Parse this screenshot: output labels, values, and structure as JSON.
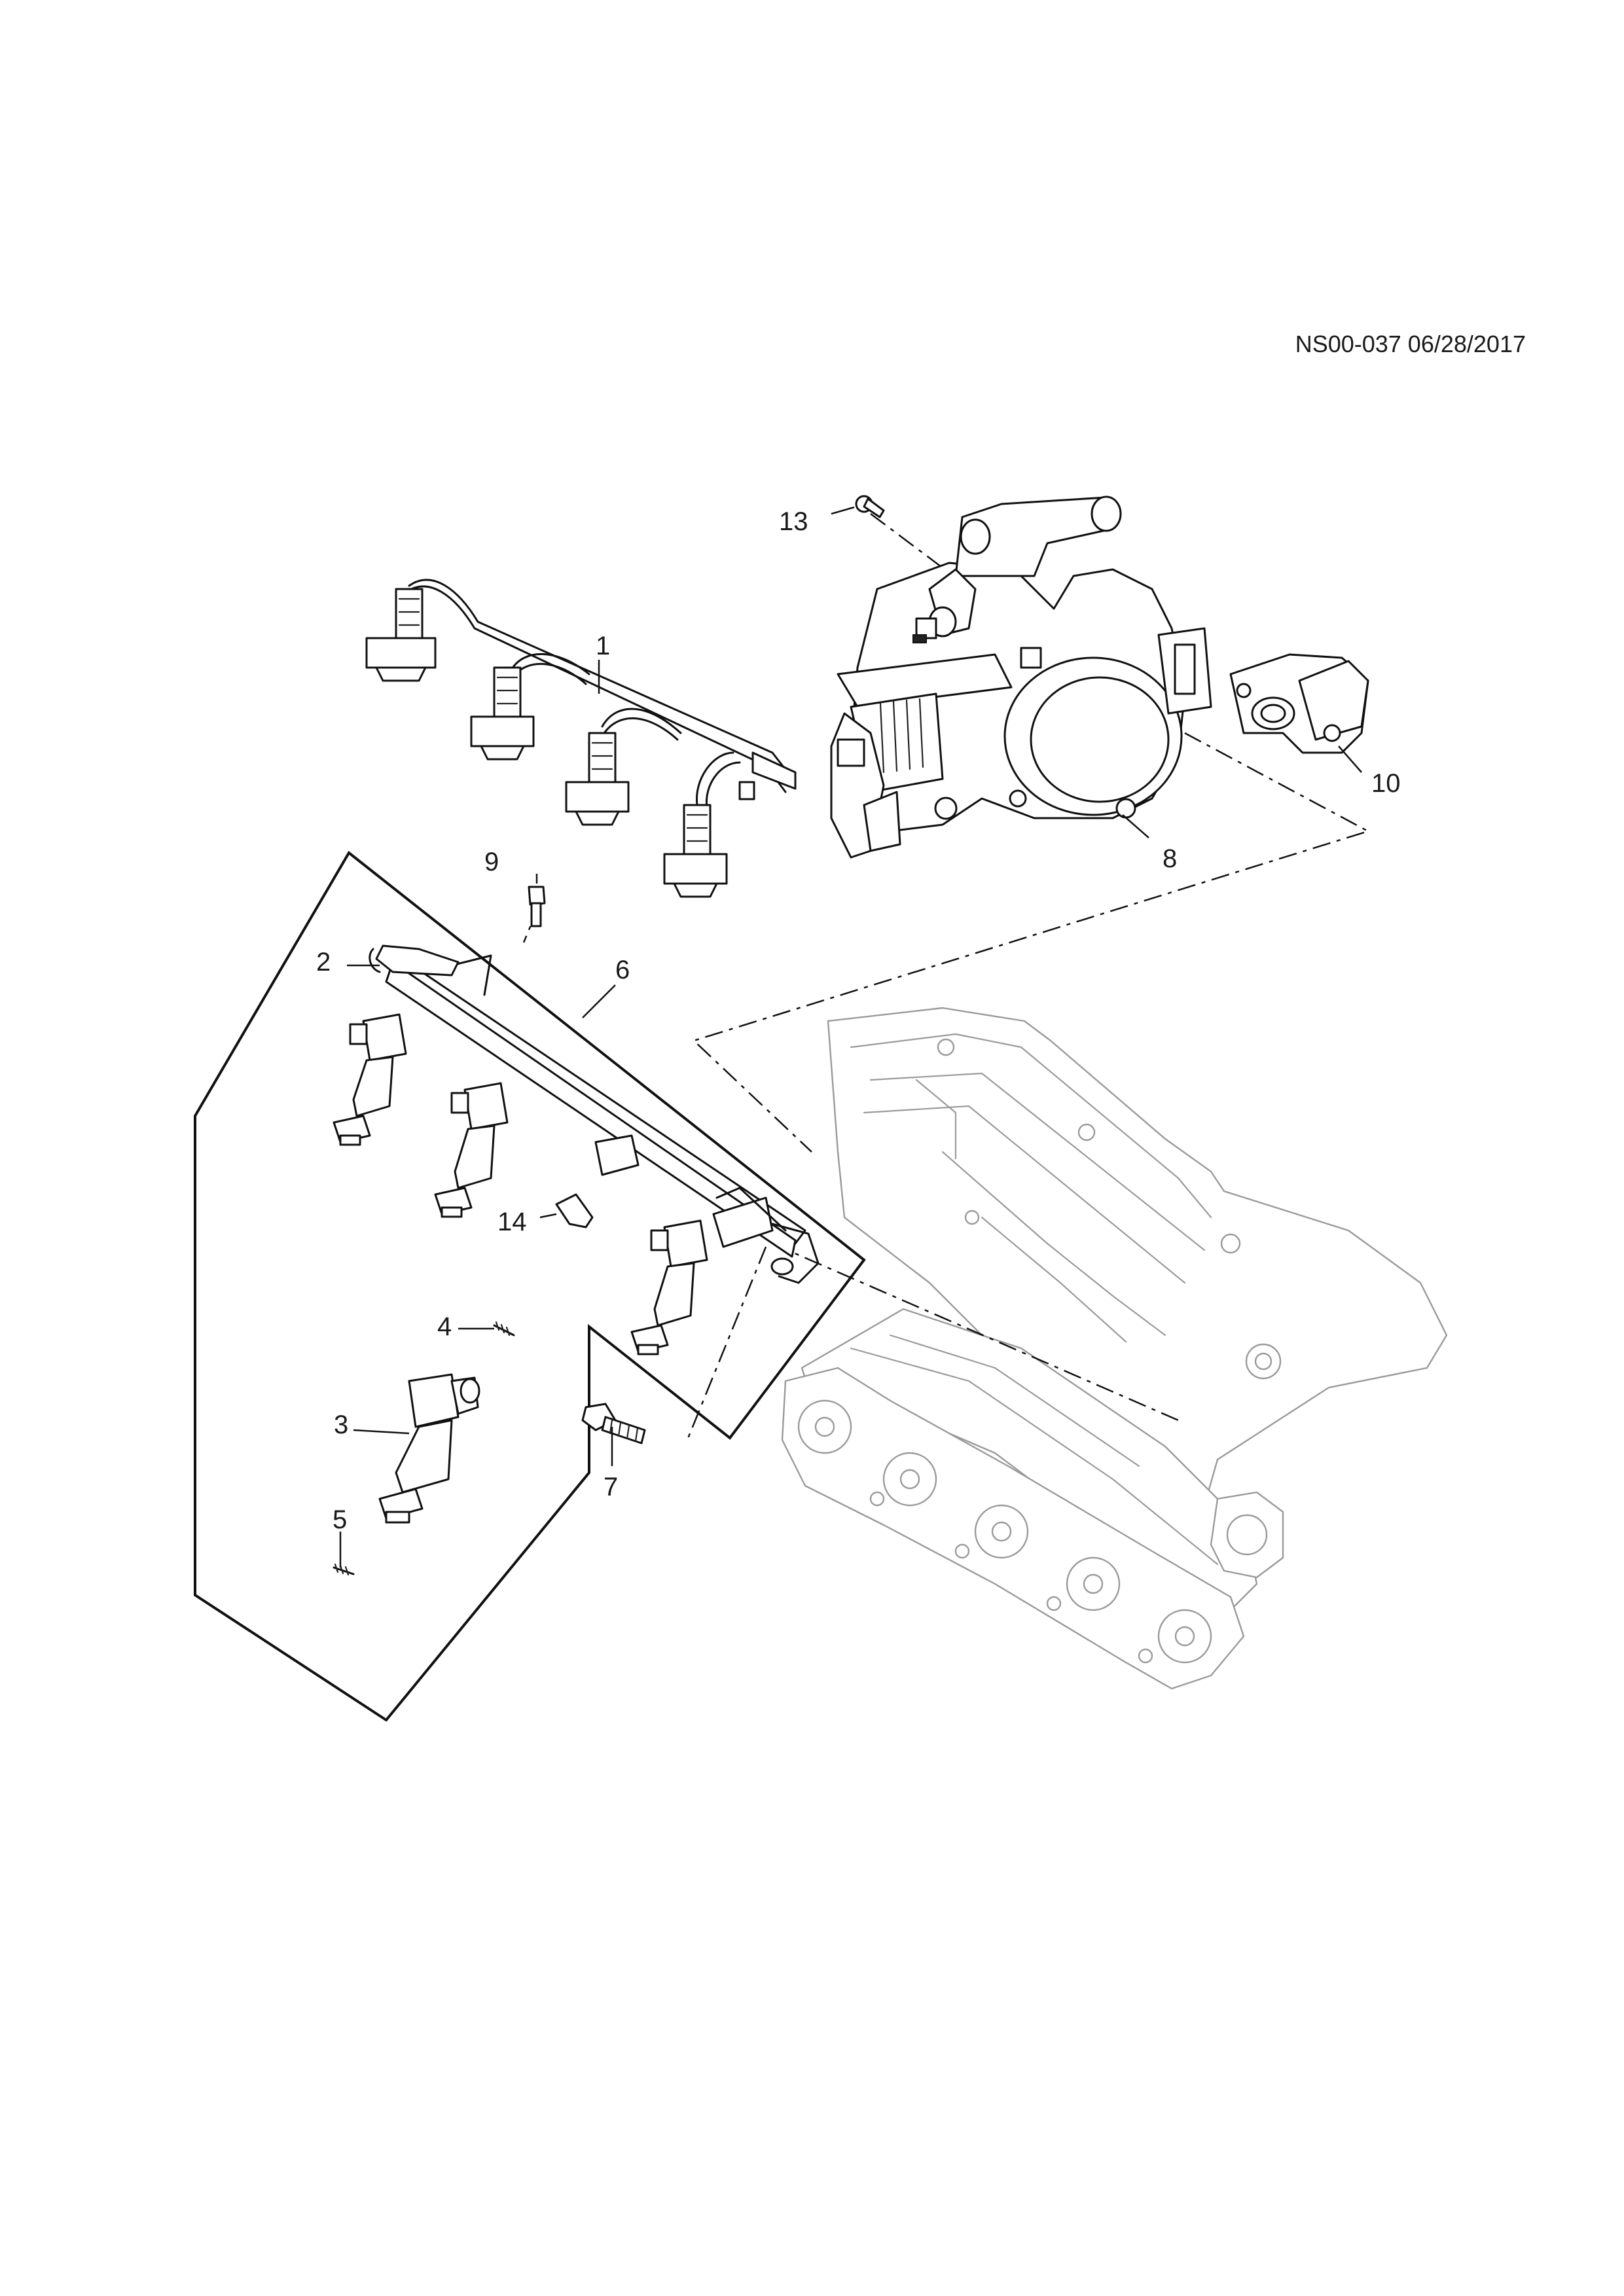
{
  "header": {
    "doc_ref": "NS00-037 06/28/2017"
  },
  "callouts": {
    "c1": "1",
    "c2": "2",
    "c3": "3",
    "c4": "4",
    "c5": "5",
    "c6": "6",
    "c7": "7",
    "c8": "8",
    "c9": "9",
    "c10": "10",
    "c13": "13",
    "c14": "14"
  }
}
